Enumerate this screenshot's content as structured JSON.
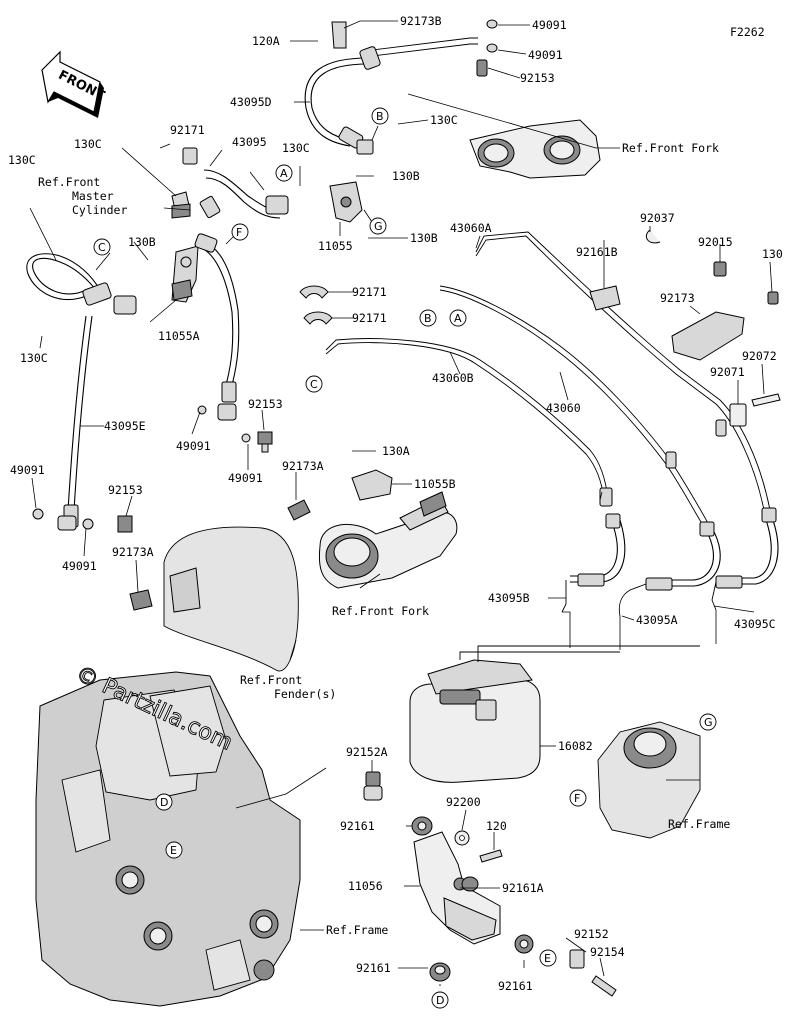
{
  "diagram_code": "F2262",
  "front_arrow_text": "FRONT",
  "watermark": "© Partzilla.com",
  "part_labels": {
    "p92173B": "92173B",
    "p120A": "120A",
    "p49091_top": "49091",
    "p49091_top2": "49091",
    "p92153_top": "92153",
    "p43095D": "43095D",
    "p130C_top": "130C",
    "p92171_top": "92171",
    "p43095": "43095",
    "p130C_mid": "130C",
    "p130C_left": "130C",
    "p130C_far": "130C",
    "p130B_1": "130B",
    "p130B_2": "130B",
    "p130B_3": "130B",
    "p11055": "11055",
    "p11055A": "11055A",
    "p92171_a": "92171",
    "p92171_b": "92171",
    "p92037": "92037",
    "p43060A": "43060A",
    "p92161B": "92161B",
    "p92015": "92015",
    "p130": "130",
    "p92173": "92173",
    "p92072": "92072",
    "p92071": "92071",
    "p43060B": "43060B",
    "p43060": "43060",
    "p130C_low": "130C",
    "p43095E": "43095E",
    "p49091_a": "49091",
    "p92153_a": "92153",
    "p49091_b": "49091",
    "p92153_b": "92153",
    "p49091_c": "49091",
    "p92173A_a": "92173A",
    "p130A": "130A",
    "p11055B": "11055B",
    "p49091_d": "49091",
    "p92173A_b": "92173A",
    "p43095B": "43095B",
    "p43095A": "43095A",
    "p43095C": "43095C",
    "p16082": "16082",
    "p92152A": "92152A",
    "p92200": "92200",
    "p92161_a": "92161",
    "p120": "120",
    "p11056": "11056",
    "p92161A": "92161A",
    "p92152": "92152",
    "p92154": "92154",
    "p92161_b": "92161",
    "p92161_c": "92161"
  },
  "ref_labels": {
    "front_master_cyl_1": "Ref.Front",
    "front_master_cyl_2": "Master",
    "front_master_cyl_3": "Cylinder",
    "front_fork_top": "Ref.Front Fork",
    "front_fork_mid": "Ref.Front Fork",
    "front_fender_1": "Ref.Front",
    "front_fender_2": "Fender(s)",
    "frame_right": "Ref.Frame",
    "frame_bottom": "Ref.Frame"
  },
  "callouts": {
    "A_top": "A",
    "B_top": "B",
    "G_top": "G",
    "F_top": "F",
    "C_left": "C",
    "B_mid": "B",
    "A_mid": "A",
    "C_mid": "C",
    "G_right": "G",
    "F_right": "F",
    "D_frame": "D",
    "E_frame": "E",
    "E_bottom": "E",
    "D_bottom": "D"
  },
  "colors": {
    "line": "#000000",
    "part_fill": "#d8d8d8",
    "background": "#ffffff"
  }
}
